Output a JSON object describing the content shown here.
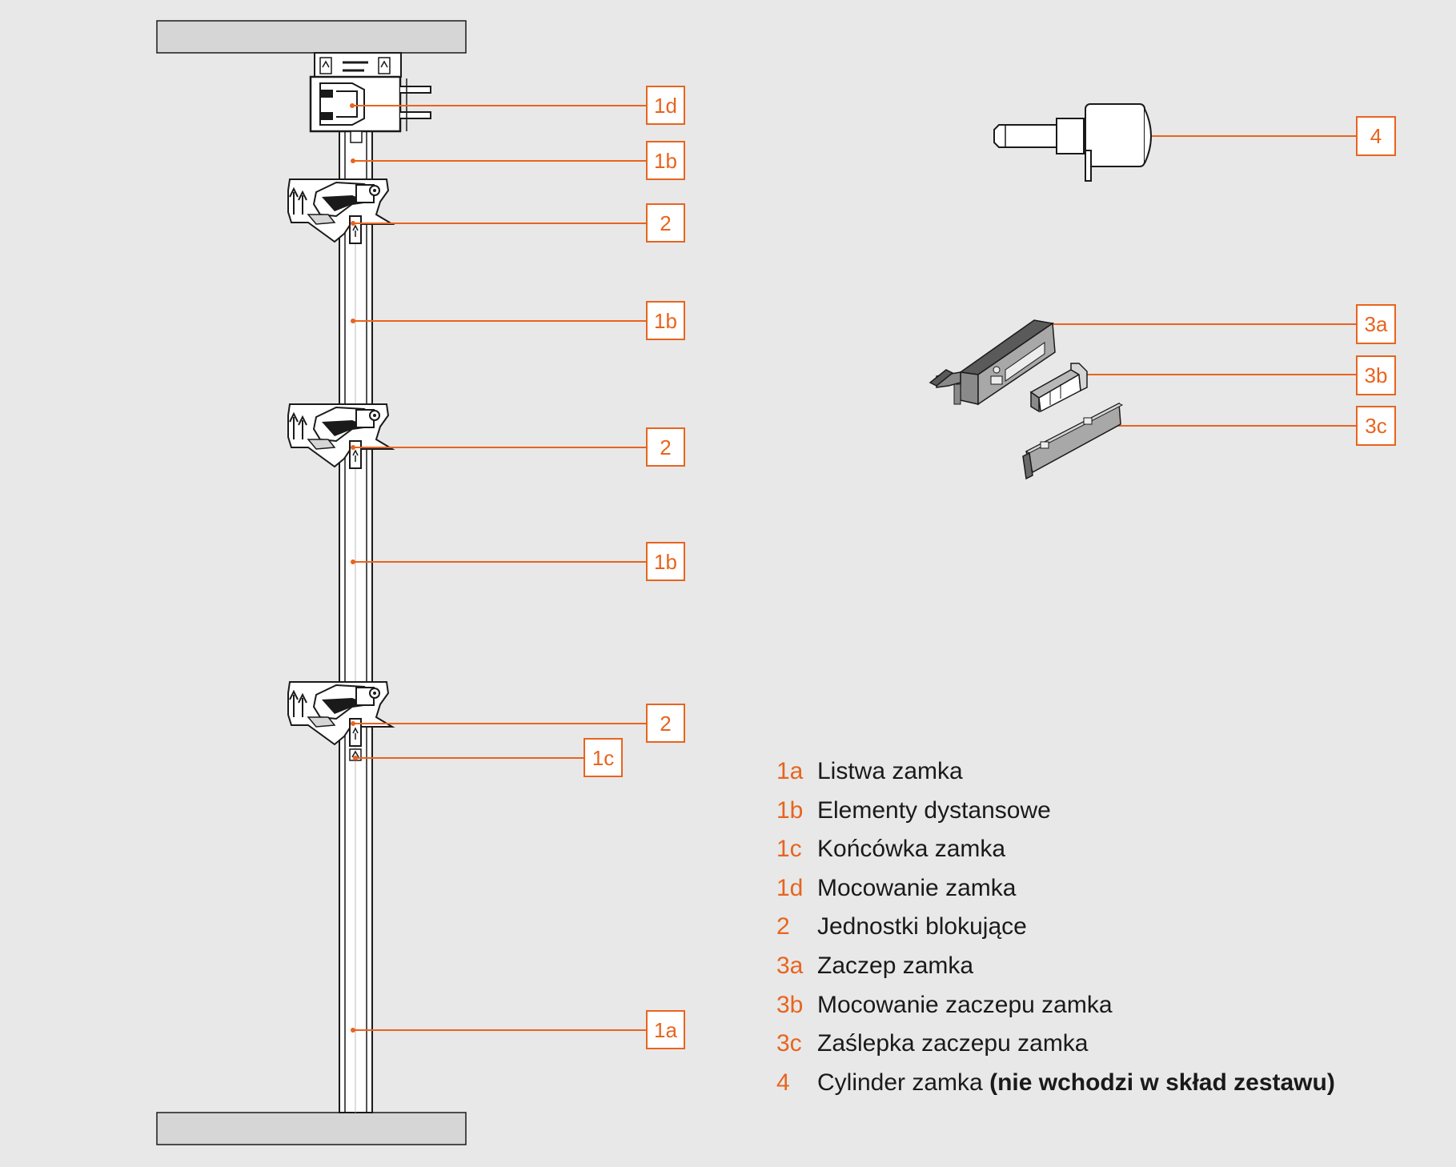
{
  "colors": {
    "background": "#e8e8e8",
    "accent": "#e8641e",
    "line_art": "#1a1a1a",
    "panel": "#d6d6d6"
  },
  "callouts": {
    "1d": "1d",
    "1b_top": "1b",
    "2_top": "2",
    "1b_mid": "1b",
    "2_mid": "2",
    "1b_low": "1b",
    "2_low": "2",
    "1c": "1c",
    "1a": "1a",
    "4": "4",
    "3a": "3a",
    "3b": "3b",
    "3c": "3c"
  },
  "legend": [
    {
      "code": "1a",
      "text": "Listwa zamka"
    },
    {
      "code": "1b",
      "text": "Elementy dystansowe"
    },
    {
      "code": "1c",
      "text": "Końcówka zamka"
    },
    {
      "code": "1d",
      "text": "Mocowanie zamka"
    },
    {
      "code": "2",
      "text": "Jednostki blokujące"
    },
    {
      "code": "3a",
      "text": "Zaczep zamka"
    },
    {
      "code": "3b",
      "text": "Mocowanie zaczepu zamka"
    },
    {
      "code": "3c",
      "text": "Zaślepka zaczepu zamka"
    },
    {
      "code": "4",
      "text": "Cylinder zamka",
      "note": "(nie wchodzi w skład zestawu)"
    }
  ]
}
